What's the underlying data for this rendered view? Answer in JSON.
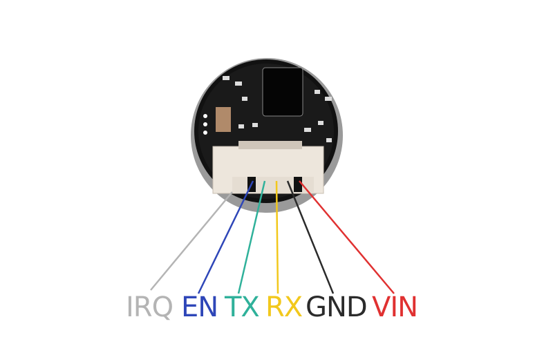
{
  "pins": [
    {
      "label": "IRQ",
      "color": "#b4b4b4"
    },
    {
      "label": "EN",
      "color": "#2e46b8"
    },
    {
      "label": "TX",
      "color": "#2fb19a"
    },
    {
      "label": "RX",
      "color": "#f2c81c"
    },
    {
      "label": "GND",
      "color": "#2b2b2b"
    },
    {
      "label": "VIN",
      "color": "#e03131"
    }
  ]
}
